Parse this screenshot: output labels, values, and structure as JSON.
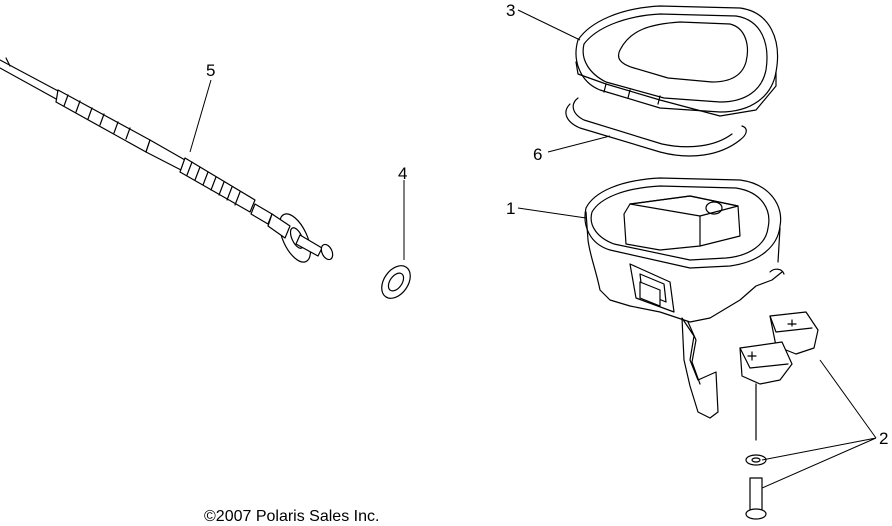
{
  "callouts": {
    "c1": "1",
    "c2": "2",
    "c3": "3",
    "c4": "4",
    "c5": "5",
    "c6": "6"
  },
  "copyright": "©2007 Polaris Sales Inc.",
  "icons": [
    "brake-cable",
    "washer",
    "reservoir-cover",
    "gasket",
    "master-cylinder-body",
    "clamp",
    "bolt",
    "small-washer"
  ]
}
